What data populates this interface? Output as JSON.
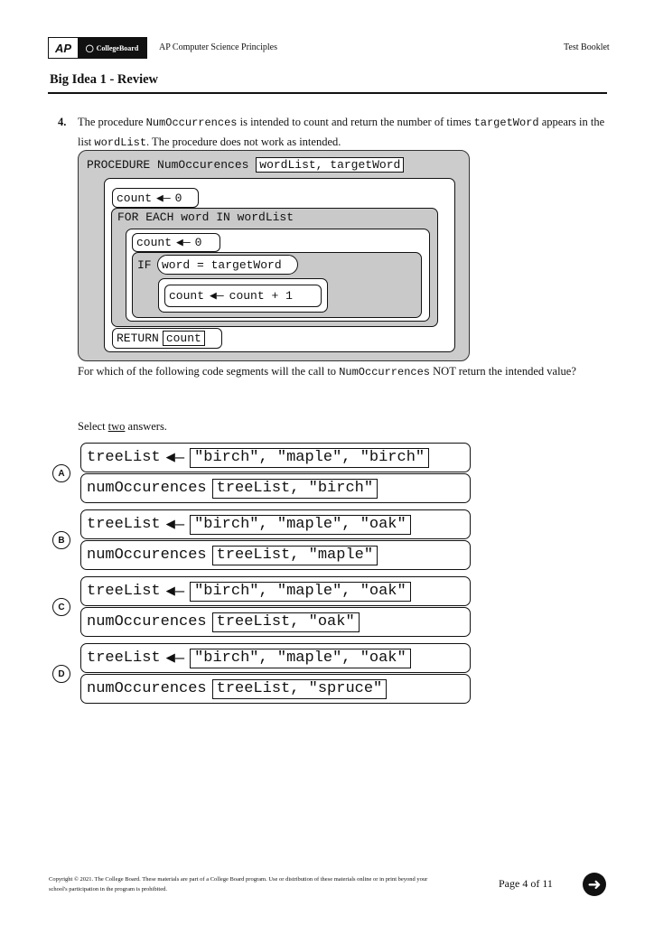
{
  "header": {
    "ap_logo": "AP",
    "cb_logo": "CollegeBoard",
    "course": "AP Computer Science Principles",
    "booklet": "Test Booklet"
  },
  "section_title": "Big Idea 1 - Review",
  "question": {
    "number": "4.",
    "stem_part1": "The procedure",
    "stem_code1": "NumOccurrences",
    "stem_part2": "is intended to count and return the number of times",
    "stem_code2": "targetWord",
    "stem_part3": "appears in the list",
    "stem_code3": "wordList",
    "stem_part4": ". The procedure does not work as intended.",
    "prompt_part1": "For which of the following code segments will the call to",
    "prompt_code": "NumOccurrences",
    "prompt_part2": "NOT return the intended",
    "prompt_part3": "value?",
    "select_prefix": "Select",
    "select_two": "two",
    "select_suffix": "answers."
  },
  "procedure": {
    "keyword": "PROCEDURE",
    "name": "NumOccurences",
    "params": "wordList, targetWord",
    "count_init_var": "count",
    "count_init_val": "0",
    "for_each": "FOR EACH word IN wordList",
    "inner_count_var": "count",
    "inner_count_val": "0",
    "if_kw": "IF",
    "if_cond": "word = targetWord",
    "incr_var": "count",
    "incr_expr": "count + 1",
    "return_kw": "RETURN",
    "return_val": "count"
  },
  "options": [
    {
      "letter": "A",
      "var": "treeList",
      "list": "\"birch\", \"maple\", \"birch\"",
      "call": "numOccurences",
      "args": "treeList, \"birch\""
    },
    {
      "letter": "B",
      "var": "treeList",
      "list": "\"birch\", \"maple\", \"oak\"",
      "call": "numOccurences",
      "args": "treeList, \"maple\""
    },
    {
      "letter": "C",
      "var": "treeList",
      "list": "\"birch\", \"maple\", \"oak\"",
      "call": "numOccurences",
      "args": "treeList, \"oak\""
    },
    {
      "letter": "D",
      "var": "treeList",
      "list": "\"birch\", \"maple\", \"oak\"",
      "call": "numOccurences",
      "args": "treeList, \"spruce\""
    }
  ],
  "footer": {
    "copyright": "Copyright © 2021. The College Board. These materials are part of a College Board program. Use or distribution of these materials online or in print beyond your school's participation in the program is prohibited.",
    "page": "Page 4 of 11"
  }
}
